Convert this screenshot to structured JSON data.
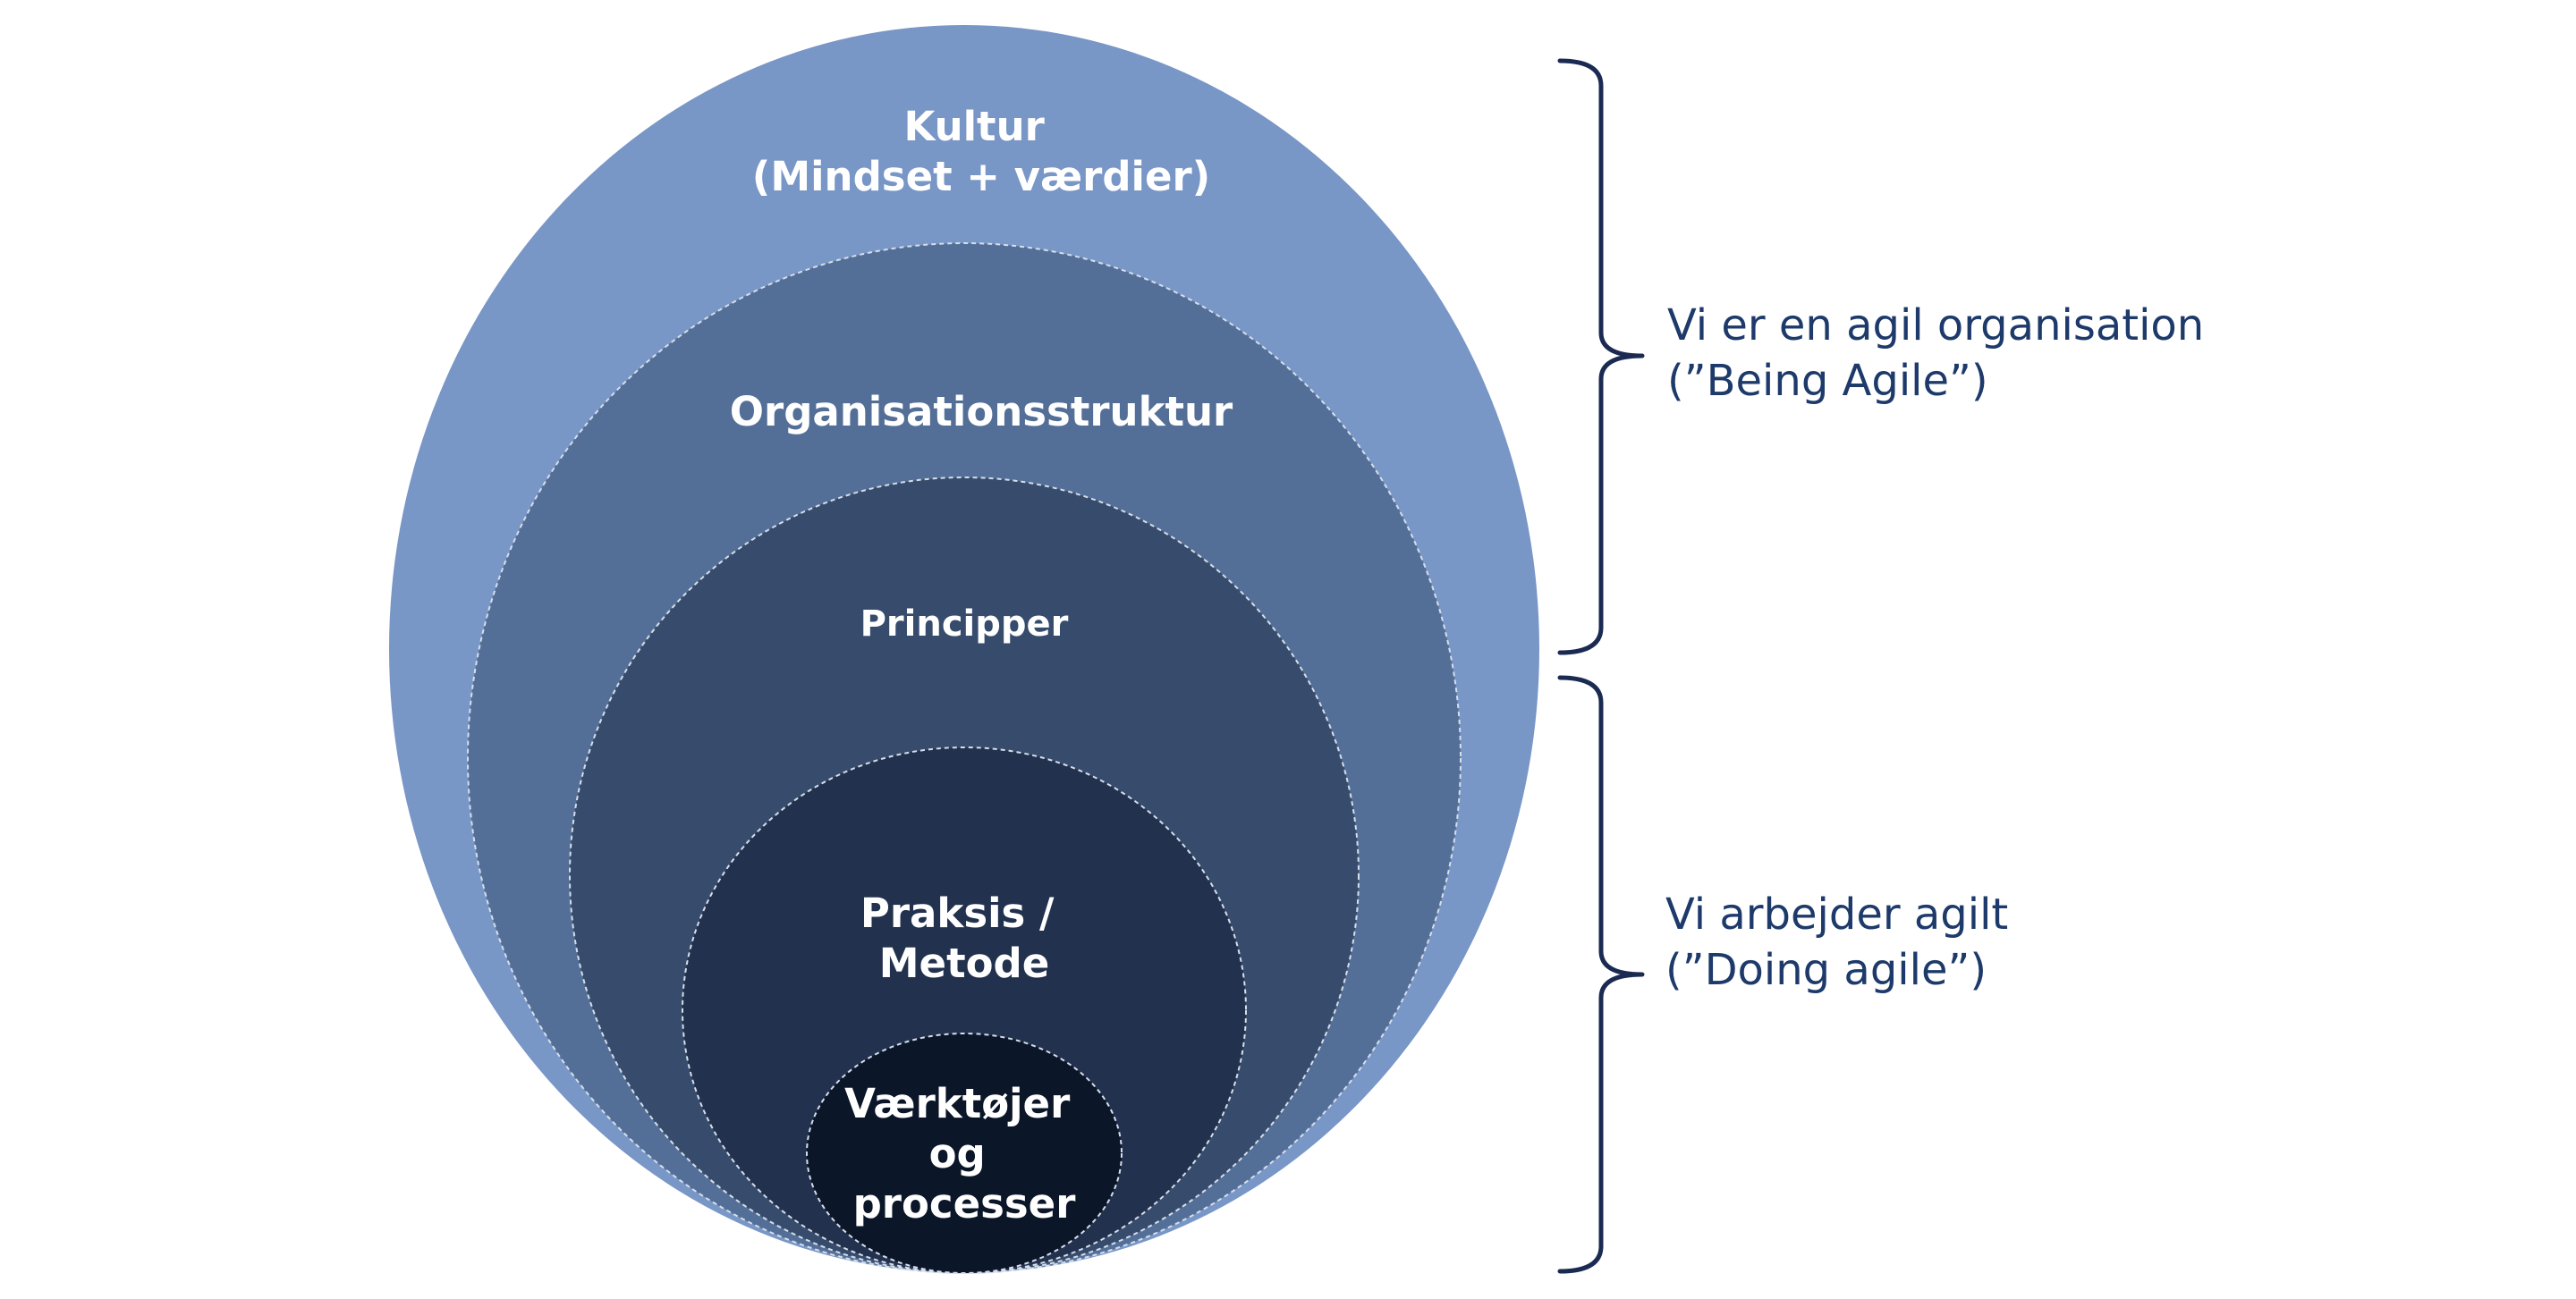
{
  "layers": [
    {
      "lines": [
        "Kultur",
        "(Mindset + værdier)"
      ],
      "color": "#7896c6"
    },
    {
      "lines": [
        "Organisationsstruktur"
      ],
      "color": "#546f97"
    },
    {
      "lines": [
        "Principper"
      ],
      "color": "#374c6c"
    },
    {
      "lines": [
        "Praksis /",
        "Metode"
      ],
      "color": "#22314e"
    },
    {
      "lines": [
        "Værktøjer",
        "og",
        "processer"
      ],
      "color": "#0b1629"
    }
  ],
  "groups": {
    "being": {
      "line1": "Vi er en agil organisation",
      "line2": "(”Being Agile”)"
    },
    "doing": {
      "line1": "Vi arbejder agilt",
      "line2": "(”Doing agile”)"
    }
  },
  "colors": {
    "bracket": "#1b2a52",
    "side_text": "#1d3a6b",
    "ring_border": "#d6deea"
  }
}
